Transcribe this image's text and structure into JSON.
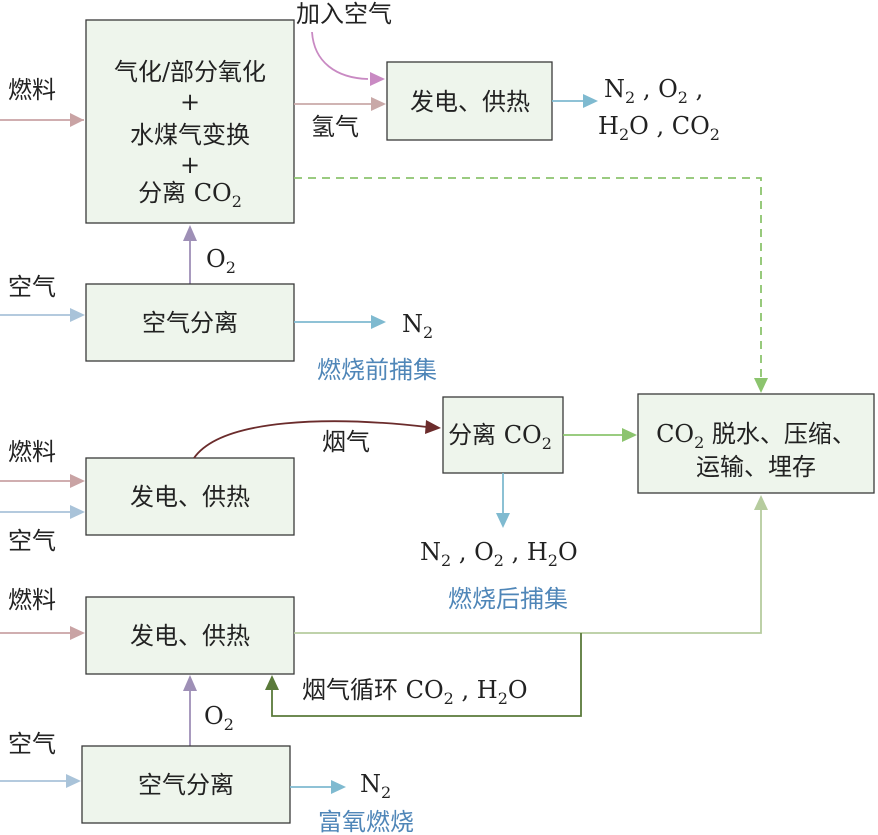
{
  "colors": {
    "fuel": "#c9a3a4",
    "air": "#a9c3d9",
    "oxygen": "#9e8fb6",
    "added_air": "#c98ac3",
    "hydrogen": "#c9a9a8",
    "nitrogen": "#7fbad0",
    "co2_dashed": "#8cc46e",
    "co2_solid": "#8cc46e",
    "flue_gas": "#6b2c2c",
    "oxyfuel_co2": "#b6cc9e",
    "recycle": "#5a7a3a",
    "caption": "#4f86b8",
    "box_fill": "#eef5ec"
  },
  "labels": {
    "fuel": "燃料",
    "air": "空气",
    "add_air": "加入空气",
    "hydrogen": "氢气",
    "flue_gas": "烟气",
    "o2_main": "O",
    "o2_sub": "2",
    "n2_main": "N",
    "n2_sub": "2"
  },
  "boxes": {
    "gasification": {
      "line1": "气化/部分氧化",
      "plus": "+",
      "line2": "水煤气变换",
      "line3_main": "分离 CO",
      "line3_sub": "2"
    },
    "power_heat": "发电、供热",
    "air_separation": "空气分离",
    "separate_co2_main": "分离 CO",
    "separate_co2_sub": "2",
    "storage": {
      "co2_main": "CO",
      "co2_sub": "2",
      "line1_rest": " 脱水、压缩、",
      "line2": "运输、埋存"
    }
  },
  "outputs": {
    "pre_exhaust": {
      "n2": "N",
      "n2_sub": "2",
      "o2": "O",
      "o2_sub": "2",
      "h2": "H",
      "h2_sub": "2",
      "h2o_rest": "O",
      "co2": "CO",
      "co2_sub": "2",
      "sep": " , "
    },
    "post_exhaust": {
      "n2": "N",
      "n2_sub": "2",
      "o2": "O",
      "o2_sub": "2",
      "h2": "H",
      "h2_sub": "2",
      "h2o_rest": "O",
      "sep": " , "
    },
    "recycle": {
      "prefix": "烟气循环 CO",
      "co2_sub": "2",
      "sep": " , ",
      "h2": "H",
      "h2_sub": "2",
      "h2o_rest": "O"
    }
  },
  "captions": {
    "pre_combustion": "燃烧前捕集",
    "post_combustion": "燃烧后捕集",
    "oxy_fuel": "富氧燃烧"
  }
}
